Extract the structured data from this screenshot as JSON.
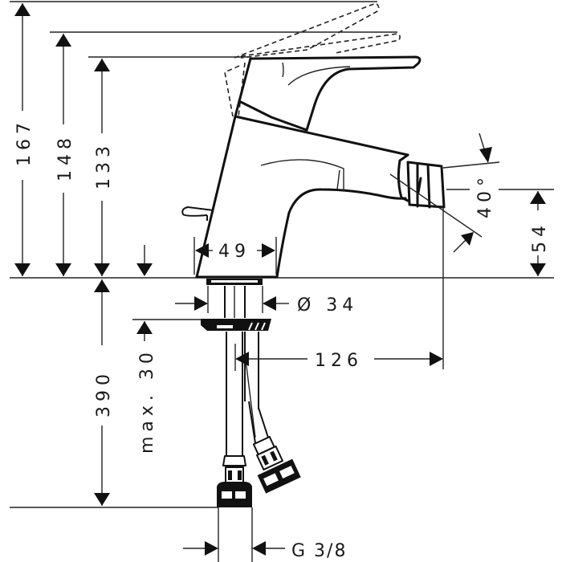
{
  "drawing": {
    "subject": "bidet mixer faucet dimension drawing",
    "line_color": "#111111",
    "background": "#ffffff",
    "dimensions": {
      "height_lever_raised_max": "167",
      "height_lever_raised": "148",
      "height_body": "133",
      "base_width": "49",
      "shank_diameter": "Ø 34",
      "spout_reach": "126",
      "spout_angle": "40°",
      "spout_height": "54",
      "below_deck_length": "390",
      "max_deck_thickness": "max. 30",
      "connection_thread": "G 3/8"
    }
  }
}
